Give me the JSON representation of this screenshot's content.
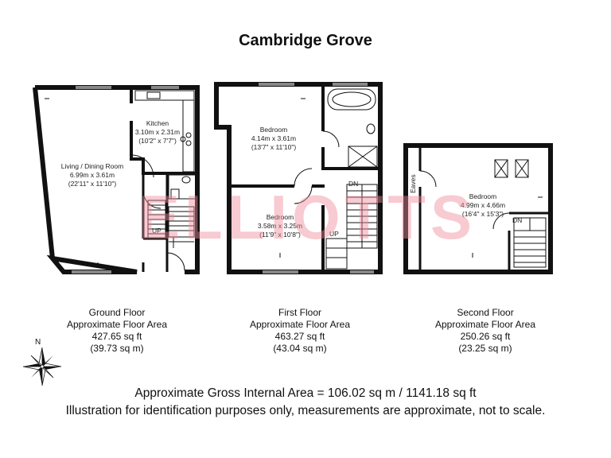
{
  "title": "Cambridge Grove",
  "watermark": "ELLIOTTS",
  "compass_label": "N",
  "floors": [
    {
      "name": "Ground Floor",
      "area_label": "Approximate Floor Area",
      "sqft": "427.65 sq ft",
      "sqm": "(39.73 sq m)",
      "rooms": [
        {
          "name": "Kitchen",
          "metric": "3.10m x 2.31m",
          "imperial": "(10'2\" x 7'7\")"
        },
        {
          "name": "Living / Dining Room",
          "metric": "6.99m x 3.61m",
          "imperial": "(22'11\" x 11'10\")"
        }
      ],
      "stair_label": "UP"
    },
    {
      "name": "First Floor",
      "area_label": "Approximate Floor Area",
      "sqft": "463.27 sq ft",
      "sqm": "(43.04 sq m)",
      "rooms": [
        {
          "name": "Bedroom",
          "metric": "4.14m x 3.61m",
          "imperial": "(13'7\" x 11'10\")"
        },
        {
          "name": "Bedroom",
          "metric": "3.58m x 3.25m",
          "imperial": "(11'9\" x 10'8\")"
        }
      ],
      "stair_labels": [
        "DN",
        "UP"
      ]
    },
    {
      "name": "Second Floor",
      "area_label": "Approximate Floor Area",
      "sqft": "250.26 sq ft",
      "sqm": "(23.25 sq m)",
      "rooms": [
        {
          "name": "Bedroom",
          "metric": "4.99m x 4.66m",
          "imperial": "(16'4\" x 15'3\")"
        }
      ],
      "eaves_label": "Eaves",
      "stair_label": "DN"
    }
  ],
  "footer": {
    "gross_area": "Approximate Gross Internal Area = 106.02 sq m / 1141.18 sq ft",
    "disclaimer": "Illustration for identification purposes only, measurements are approximate, not to scale."
  }
}
